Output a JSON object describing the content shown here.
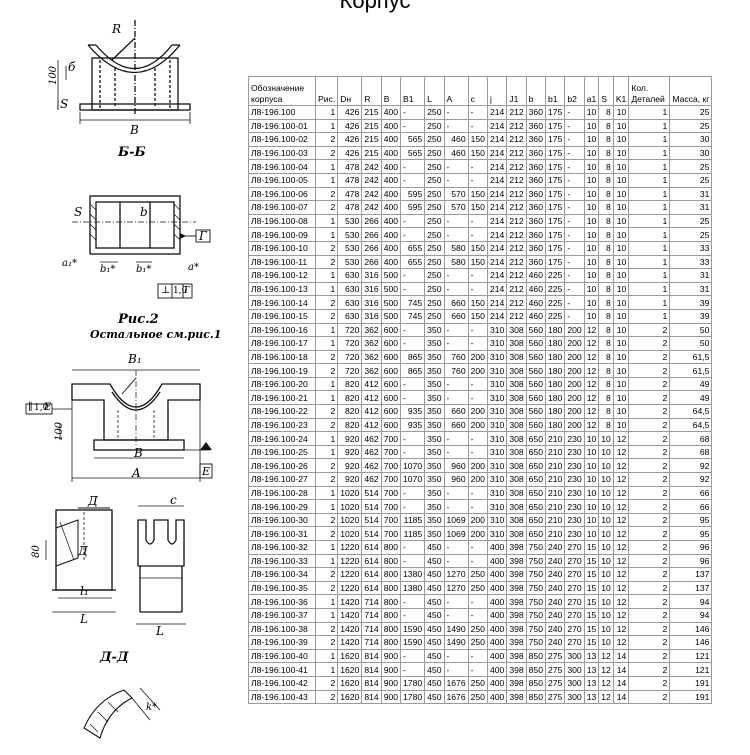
{
  "title": "Корпус",
  "drawing": {
    "labels": {
      "section_bb": "Б-Б",
      "fig2": "Рис.2",
      "rest": "Остальное см.рис.1",
      "section_dd": "Д-Д",
      "R": "R",
      "S1": "S",
      "B1dim": "B",
      "val100a": "100",
      "b_letter": "б",
      "S2": "S",
      "b_mid": "b",
      "G": "Г",
      "a1": "a₁*",
      "b1a": "b₁*",
      "b1b": "b₁*",
      "a_star": "a*",
      "perp": "⊥",
      "tol10G": "1,0",
      "G2": "Г",
      "B1top": "B₁",
      "parallel": "∥",
      "tol10E": "1,0",
      "E": "E",
      "val100b": "100",
      "Bmid": "B",
      "A": "A",
      "E2": "E",
      "D1": "Д",
      "c": "c",
      "val80": "80",
      "D2": "Д",
      "l1": "l₁",
      "L1": "L",
      "L2": "L",
      "k": "k*"
    }
  },
  "table": {
    "headers": [
      "Обозначение корпуса",
      "Рис.",
      "Dн",
      "R",
      "B",
      "B1",
      "L",
      "A",
      "c",
      "j",
      "J1",
      "b",
      "b1",
      "b2",
      "a1",
      "S",
      "K1",
      "Кол. Деталей",
      "Масса, кг"
    ],
    "rows": [
      [
        "Л8-196.100",
        "1",
        "426",
        "215",
        "400",
        "-",
        "250",
        "-",
        "-",
        "214",
        "212",
        "360",
        "175",
        "-",
        "10",
        "8",
        "10",
        "1",
        "25"
      ],
      [
        "Л8-196.100-01",
        "1",
        "426",
        "215",
        "400",
        "-",
        "250",
        "-",
        "-",
        "214",
        "212",
        "360",
        "175",
        "-",
        "10",
        "8",
        "10",
        "1",
        "25"
      ],
      [
        "Л8-196.100-02",
        "2",
        "426",
        "215",
        "400",
        "565",
        "250",
        "460",
        "150",
        "214",
        "212",
        "360",
        "175",
        "-",
        "10",
        "8",
        "10",
        "1",
        "30"
      ],
      [
        "Л8-196.100-03",
        "2",
        "426",
        "215",
        "400",
        "565",
        "250",
        "460",
        "150",
        "214",
        "212",
        "360",
        "175",
        "-",
        "10",
        "8",
        "10",
        "1",
        "30"
      ],
      [
        "Л8-196.100-04",
        "1",
        "478",
        "242",
        "400",
        "-",
        "250",
        "-",
        "-",
        "214",
        "212",
        "360",
        "175",
        "-",
        "10",
        "8",
        "10",
        "1",
        "25"
      ],
      [
        "Л8-196.100-05",
        "1",
        "478",
        "242",
        "400",
        "-",
        "250",
        "-",
        "-",
        "214",
        "212",
        "360",
        "175",
        "-",
        "10",
        "8",
        "10",
        "1",
        "25"
      ],
      [
        "Л8-196.100-06",
        "2",
        "478",
        "242",
        "400",
        "595",
        "250",
        "570",
        "150",
        "214",
        "212",
        "360",
        "175",
        "-",
        "10",
        "8",
        "10",
        "1",
        "31"
      ],
      [
        "Л8-196.100-07",
        "2",
        "478",
        "242",
        "400",
        "595",
        "250",
        "570",
        "150",
        "214",
        "212",
        "360",
        "175",
        "-",
        "10",
        "8",
        "10",
        "1",
        "31"
      ],
      [
        "Л8-196.100-08",
        "1",
        "530",
        "266",
        "400",
        "-",
        "250",
        "-",
        "-",
        "214",
        "212",
        "360",
        "175",
        "-",
        "10",
        "8",
        "10",
        "1",
        "25"
      ],
      [
        "Л8-196.100-09",
        "1",
        "530",
        "266",
        "400",
        "-",
        "250",
        "-",
        "-",
        "214",
        "212",
        "360",
        "175",
        "-",
        "10",
        "8",
        "10",
        "1",
        "25"
      ],
      [
        "Л8-196.100-10",
        "2",
        "530",
        "266",
        "400",
        "655",
        "250",
        "580",
        "150",
        "214",
        "212",
        "360",
        "175",
        "-",
        "10",
        "8",
        "10",
        "1",
        "33"
      ],
      [
        "Л8-196.100-11",
        "2",
        "530",
        "266",
        "400",
        "655",
        "250",
        "580",
        "150",
        "214",
        "212",
        "360",
        "175",
        "-",
        "10",
        "8",
        "10",
        "1",
        "33"
      ],
      [
        "Л8-196.100-12",
        "1",
        "630",
        "316",
        "500",
        "-",
        "250",
        "-",
        "-",
        "214",
        "212",
        "460",
        "225",
        "-",
        "10",
        "8",
        "10",
        "1",
        "31"
      ],
      [
        "Л8-196.100-13",
        "1",
        "630",
        "316",
        "500",
        "-",
        "250",
        "-",
        "-",
        "214",
        "212",
        "460",
        "225",
        "-",
        "10",
        "8",
        "10",
        "1",
        "31"
      ],
      [
        "Л8-196.100-14",
        "2",
        "630",
        "316",
        "500",
        "745",
        "250",
        "660",
        "150",
        "214",
        "212",
        "460",
        "225",
        "-",
        "10",
        "8",
        "10",
        "1",
        "39"
      ],
      [
        "Л8-196.100-15",
        "2",
        "630",
        "316",
        "500",
        "745",
        "250",
        "660",
        "150",
        "214",
        "212",
        "460",
        "225",
        "-",
        "10",
        "8",
        "10",
        "1",
        "39"
      ],
      [
        "Л8-196.100-16",
        "1",
        "720",
        "362",
        "600",
        "-",
        "350",
        "-",
        "-",
        "310",
        "308",
        "560",
        "180",
        "200",
        "12",
        "8",
        "10",
        "2",
        "50"
      ],
      [
        "Л8-196.100-17",
        "1",
        "720",
        "362",
        "600",
        "-",
        "350",
        "-",
        "-",
        "310",
        "308",
        "560",
        "180",
        "200",
        "12",
        "8",
        "10",
        "2",
        "50"
      ],
      [
        "Л8-196.100-18",
        "2",
        "720",
        "362",
        "600",
        "865",
        "350",
        "760",
        "200",
        "310",
        "308",
        "560",
        "180",
        "200",
        "12",
        "8",
        "10",
        "2",
        "61,5"
      ],
      [
        "Л8-196.100-19",
        "2",
        "720",
        "362",
        "600",
        "865",
        "350",
        "760",
        "200",
        "310",
        "308",
        "560",
        "180",
        "200",
        "12",
        "8",
        "10",
        "2",
        "61,5"
      ],
      [
        "Л8-196.100-20",
        "1",
        "820",
        "412",
        "600",
        "-",
        "350",
        "-",
        "-",
        "310",
        "308",
        "560",
        "180",
        "200",
        "12",
        "8",
        "10",
        "2",
        "49"
      ],
      [
        "Л8-196.100-21",
        "1",
        "820",
        "412",
        "600",
        "-",
        "350",
        "-",
        "-",
        "310",
        "308",
        "560",
        "180",
        "200",
        "12",
        "8",
        "10",
        "2",
        "49"
      ],
      [
        "Л8-196.100-22",
        "2",
        "820",
        "412",
        "600",
        "935",
        "350",
        "660",
        "200",
        "310",
        "308",
        "560",
        "180",
        "200",
        "12",
        "8",
        "10",
        "2",
        "64,5"
      ],
      [
        "Л8-196.100-23",
        "2",
        "820",
        "412",
        "600",
        "935",
        "350",
        "660",
        "200",
        "310",
        "308",
        "560",
        "180",
        "200",
        "12",
        "8",
        "10",
        "2",
        "64,5"
      ],
      [
        "Л8-196.100-24",
        "1",
        "920",
        "462",
        "700",
        "-",
        "350",
        "-",
        "-",
        "310",
        "308",
        "650",
        "210",
        "230",
        "10",
        "10",
        "12",
        "2",
        "68"
      ],
      [
        "Л8-196.100-25",
        "1",
        "920",
        "462",
        "700",
        "-",
        "350",
        "-",
        "-",
        "310",
        "308",
        "650",
        "210",
        "230",
        "10",
        "10",
        "12",
        "2",
        "68"
      ],
      [
        "Л8-196.100-26",
        "2",
        "920",
        "462",
        "700",
        "1070",
        "350",
        "960",
        "200",
        "310",
        "308",
        "650",
        "210",
        "230",
        "10",
        "10",
        "12",
        "2",
        "92"
      ],
      [
        "Л8-196.100-27",
        "2",
        "920",
        "462",
        "700",
        "1070",
        "350",
        "960",
        "200",
        "310",
        "308",
        "650",
        "210",
        "230",
        "10",
        "10",
        "12",
        "2",
        "92"
      ],
      [
        "Л8-196.100-28",
        "1",
        "1020",
        "514",
        "700",
        "-",
        "350",
        "-",
        "-",
        "310",
        "308",
        "650",
        "210",
        "230",
        "10",
        "10",
        "12",
        "2",
        "66"
      ],
      [
        "Л8-196.100-29",
        "1",
        "1020",
        "514",
        "700",
        "-",
        "350",
        "-",
        "-",
        "310",
        "308",
        "650",
        "210",
        "230",
        "10",
        "10",
        "12",
        "2",
        "66"
      ],
      [
        "Л8-196.100-30",
        "2",
        "1020",
        "514",
        "700",
        "1185",
        "350",
        "1069",
        "200",
        "310",
        "308",
        "650",
        "210",
        "230",
        "10",
        "10",
        "12",
        "2",
        "95"
      ],
      [
        "Л8-196.100-31",
        "2",
        "1020",
        "514",
        "700",
        "1185",
        "350",
        "1069",
        "200",
        "310",
        "308",
        "650",
        "210",
        "230",
        "10",
        "10",
        "12",
        "2",
        "95"
      ],
      [
        "Л8-196.100-32",
        "1",
        "1220",
        "614",
        "800",
        "-",
        "450",
        "-",
        "-",
        "400",
        "398",
        "750",
        "240",
        "270",
        "15",
        "10",
        "12",
        "2",
        "96"
      ],
      [
        "Л8-196.100-33",
        "1",
        "1220",
        "614",
        "800",
        "-",
        "450",
        "-",
        "-",
        "400",
        "398",
        "750",
        "240",
        "270",
        "15",
        "10",
        "12",
        "2",
        "96"
      ],
      [
        "Л8-196.100-34",
        "2",
        "1220",
        "614",
        "800",
        "1380",
        "450",
        "1270",
        "250",
        "400",
        "398",
        "750",
        "240",
        "270",
        "15",
        "10",
        "12",
        "2",
        "137"
      ],
      [
        "Л8-196.100-35",
        "2",
        "1220",
        "614",
        "800",
        "1380",
        "450",
        "1270",
        "250",
        "400",
        "398",
        "750",
        "240",
        "270",
        "15",
        "10",
        "12",
        "2",
        "137"
      ],
      [
        "Л8-196.100-36",
        "1",
        "1420",
        "714",
        "800",
        "-",
        "450",
        "-",
        "-",
        "400",
        "398",
        "750",
        "240",
        "270",
        "15",
        "10",
        "12",
        "2",
        "94"
      ],
      [
        "Л8-196.100-37",
        "1",
        "1420",
        "714",
        "800",
        "-",
        "450",
        "-",
        "-",
        "400",
        "398",
        "750",
        "240",
        "270",
        "15",
        "10",
        "12",
        "2",
        "94"
      ],
      [
        "Л8-196.100-38",
        "2",
        "1420",
        "714",
        "800",
        "1590",
        "450",
        "1490",
        "250",
        "400",
        "398",
        "750",
        "240",
        "270",
        "15",
        "10",
        "12",
        "2",
        "146"
      ],
      [
        "Л8-196.100-39",
        "2",
        "1420",
        "714",
        "800",
        "1590",
        "450",
        "1490",
        "250",
        "400",
        "398",
        "750",
        "240",
        "270",
        "15",
        "10",
        "12",
        "2",
        "146"
      ],
      [
        "Л8-196.100-40",
        "1",
        "1620",
        "814",
        "900",
        "-",
        "450",
        "-",
        "-",
        "400",
        "398",
        "850",
        "275",
        "300",
        "13",
        "12",
        "14",
        "2",
        "121"
      ],
      [
        "Л8-196.100-41",
        "1",
        "1620",
        "814",
        "900",
        "-",
        "450",
        "-",
        "-",
        "400",
        "398",
        "850",
        "275",
        "300",
        "13",
        "12",
        "14",
        "2",
        "121"
      ],
      [
        "Л8-196.100-42",
        "2",
        "1620",
        "814",
        "900",
        "1780",
        "450",
        "1676",
        "250",
        "400",
        "398",
        "850",
        "275",
        "300",
        "13",
        "12",
        "14",
        "2",
        "191"
      ],
      [
        "Л8-196.100-43",
        "2",
        "1620",
        "814",
        "900",
        "1780",
        "450",
        "1676",
        "250",
        "400",
        "398",
        "850",
        "275",
        "300",
        "13",
        "12",
        "14",
        "2",
        "191"
      ]
    ]
  }
}
